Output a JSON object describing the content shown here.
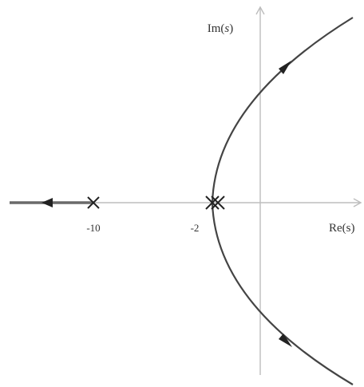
{
  "axes": {
    "imag_label_prefix": "Im(",
    "imag_label_var": "s",
    "imag_label_suffix": ")",
    "real_label": "Re(s)"
  },
  "ticks": [
    {
      "name": "tick-minus-10",
      "text": "-10"
    },
    {
      "name": "tick-minus-2",
      "text": "-2"
    }
  ],
  "poles": [
    {
      "name": "pole-at-minus-10",
      "real": -10
    },
    {
      "name": "pole-at-minus-2-a",
      "real": -2
    },
    {
      "name": "pole-at-minus-2-b",
      "real": -2
    }
  ],
  "colors": {
    "axis": "#bdbdbd",
    "branch": "#444444",
    "pole": "#222222"
  }
}
